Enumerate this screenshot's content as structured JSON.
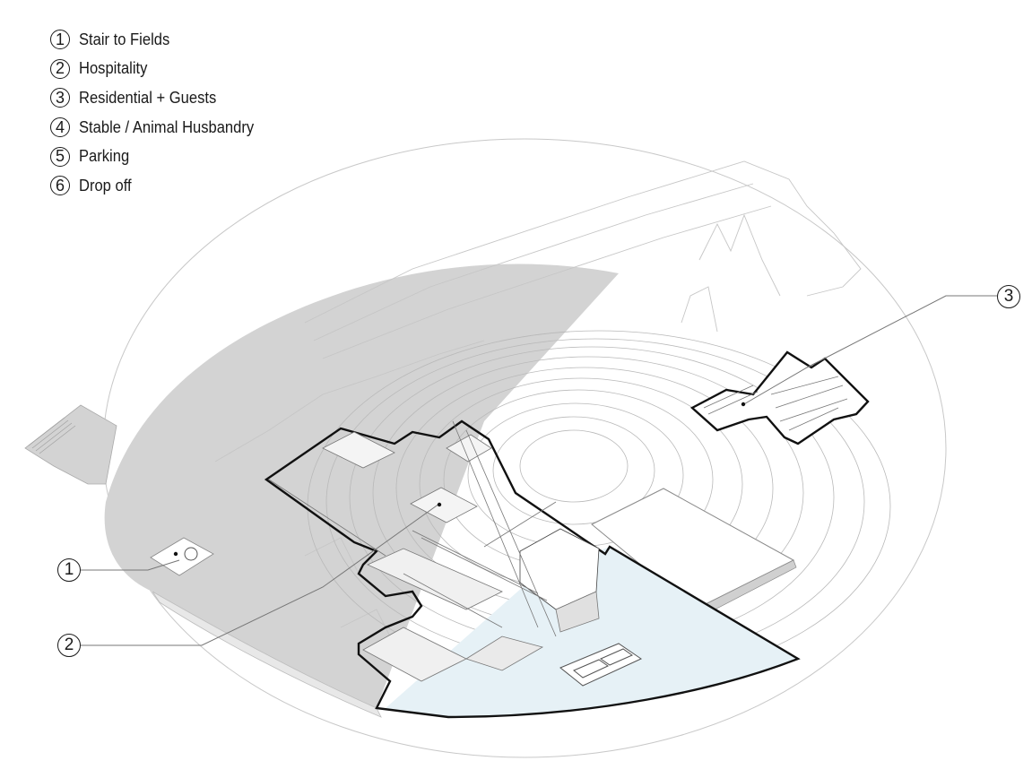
{
  "legend": [
    {
      "number": "1",
      "label": "Stair to Fields"
    },
    {
      "number": "2",
      "label": "Hospitality"
    },
    {
      "number": "3",
      "label": "Residential + Guests"
    },
    {
      "number": "4",
      "label": "Stable / Animal Husbandry"
    },
    {
      "number": "5",
      "label": "Parking"
    },
    {
      "number": "6",
      "label": "Drop off"
    }
  ],
  "callouts": {
    "stair": "1",
    "hospitality": "2",
    "residential": "3"
  },
  "colors": {
    "ground": "#d3d3d3",
    "pool": "#e6f1f6",
    "outline": "#111111",
    "faint_line": "#bdbdbd"
  }
}
